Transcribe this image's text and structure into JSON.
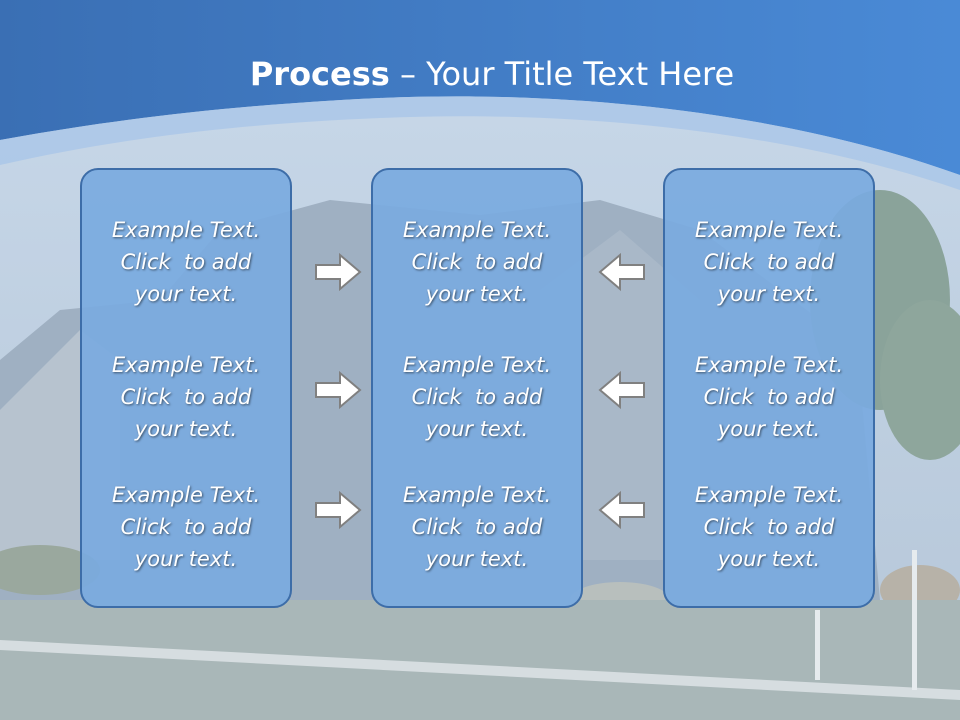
{
  "title": {
    "bold": "Process",
    "rest": " – Your Title Text Here"
  },
  "columns": [
    {
      "cells": [
        {
          "l1": "Example Text.",
          "l2": "Click  to add",
          "l3": "your text."
        },
        {
          "l1": "Example Text.",
          "l2": "Click  to add",
          "l3": "your text."
        },
        {
          "l1": "Example Text.",
          "l2": "Click  to add",
          "l3": "your text."
        }
      ]
    },
    {
      "cells": [
        {
          "l1": "Example Text.",
          "l2": "Click  to add",
          "l3": "your text."
        },
        {
          "l1": "Example Text.",
          "l2": "Click  to add",
          "l3": "your text."
        },
        {
          "l1": "Example Text.",
          "l2": "Click  to add",
          "l3": "your text."
        }
      ]
    },
    {
      "cells": [
        {
          "l1": "Example Text.",
          "l2": "Click  to add",
          "l3": "your text."
        },
        {
          "l1": "Example Text.",
          "l2": "Click  to add",
          "l3": "your text."
        },
        {
          "l1": "Example Text.",
          "l2": "Click  to add",
          "l3": "your text."
        }
      ]
    }
  ],
  "arrows": {
    "left_group": "right",
    "right_group": "left"
  },
  "colors": {
    "header_blue": "#3f78c0",
    "box_fill": "#7aaae0",
    "box_border": "#3d6da8"
  }
}
